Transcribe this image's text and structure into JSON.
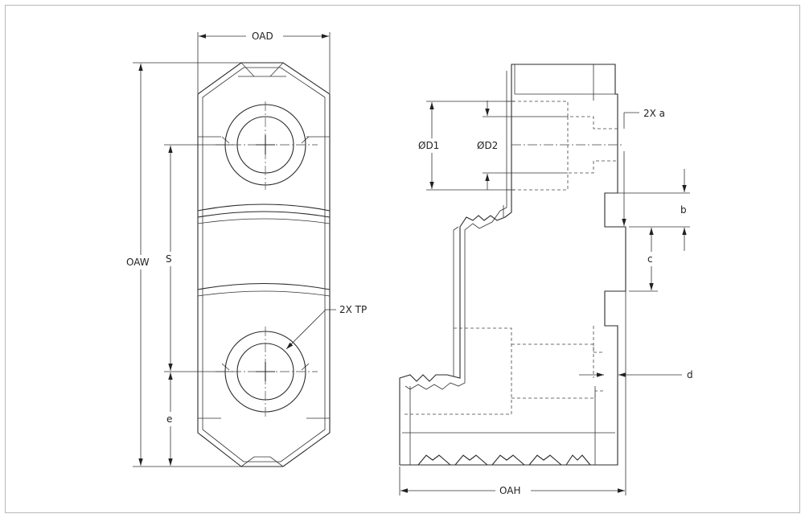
{
  "labels": {
    "oad": "OAD",
    "oaw": "OAW",
    "s": "S",
    "e": "e",
    "tp": "2X  TP",
    "d1": "ØD1",
    "d2": "ØD2",
    "a": "2X  a",
    "b": "b",
    "c": "c",
    "d": "d",
    "oah": "OAH"
  }
}
